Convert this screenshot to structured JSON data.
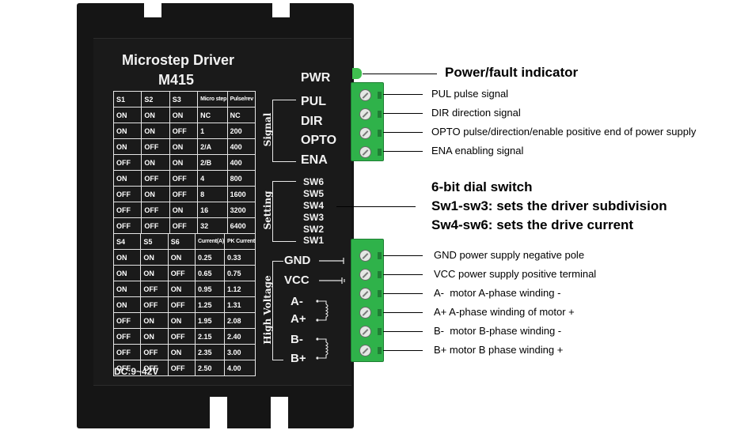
{
  "driver": {
    "title": "Microstep Driver",
    "model": "M415",
    "voltage": "DC:9~42V",
    "group_labels": {
      "signal": "Signal",
      "setting": "Setting",
      "high_voltage": "High Voltage"
    },
    "signal_pins": [
      "PWR",
      "PUL",
      "DIR",
      "OPTO",
      "ENA"
    ],
    "switch_labels": [
      "SW6",
      "SW5",
      "SW4",
      "SW3",
      "SW2",
      "SW1"
    ],
    "power_pins": [
      "GND",
      "VCC",
      "A-",
      "A+",
      "B-",
      "B+"
    ]
  },
  "microstep_table": {
    "headers": [
      "S1",
      "S2",
      "S3",
      "Micro step",
      "Pulse/rev"
    ],
    "rows": [
      [
        "ON",
        "ON",
        "ON",
        "NC",
        "NC"
      ],
      [
        "ON",
        "ON",
        "OFF",
        "1",
        "200"
      ],
      [
        "ON",
        "OFF",
        "ON",
        "2/A",
        "400"
      ],
      [
        "OFF",
        "ON",
        "ON",
        "2/B",
        "400"
      ],
      [
        "ON",
        "OFF",
        "OFF",
        "4",
        "800"
      ],
      [
        "OFF",
        "ON",
        "OFF",
        "8",
        "1600"
      ],
      [
        "OFF",
        "OFF",
        "ON",
        "16",
        "3200"
      ],
      [
        "OFF",
        "OFF",
        "OFF",
        "32",
        "6400"
      ]
    ]
  },
  "current_table": {
    "headers": [
      "S4",
      "S5",
      "S6",
      "Current(A)",
      "PK Current"
    ],
    "rows": [
      [
        "ON",
        "ON",
        "ON",
        "0.25",
        "0.33"
      ],
      [
        "ON",
        "ON",
        "OFF",
        "0.65",
        "0.75"
      ],
      [
        "ON",
        "OFF",
        "ON",
        "0.95",
        "1.12"
      ],
      [
        "ON",
        "OFF",
        "OFF",
        "1.25",
        "1.31"
      ],
      [
        "OFF",
        "ON",
        "ON",
        "1.95",
        "2.08"
      ],
      [
        "OFF",
        "ON",
        "OFF",
        "2.15",
        "2.40"
      ],
      [
        "OFF",
        "OFF",
        "ON",
        "2.35",
        "3.00"
      ],
      [
        "OFF",
        "OFF",
        "OFF",
        "2.50",
        "4.00"
      ]
    ]
  },
  "annotations": {
    "power_indicator": "Power/fault indicator",
    "signals": [
      "PUL pulse signal",
      "DIR direction signal",
      "OPTO pulse/direction/enable positive end of power supply",
      "ENA enabling signal"
    ],
    "dial": [
      "6-bit dial switch",
      "Sw1-sw3: sets the driver subdivision",
      "Sw4-sw6: sets the drive current"
    ],
    "power": [
      "GND power supply negative pole",
      "VCC power supply positive terminal",
      "A-  motor A-phase winding -",
      "A+ A-phase winding of motor +",
      "B-  motor B-phase winding -",
      "B+ motor B phase winding +"
    ]
  },
  "colors": {
    "terminal_green": "#2fb24a",
    "case_black": "#151515",
    "indicator_green": "#3fbf4f"
  }
}
